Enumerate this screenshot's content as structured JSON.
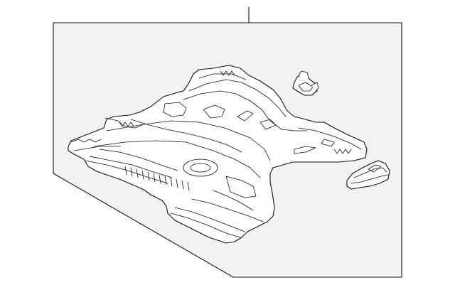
{
  "diagram": {
    "background_color": "#ffffff",
    "panel_color": "#f2f2f2",
    "line_color": "#111111",
    "parts": [
      {
        "name": "floor-pan",
        "icon": "floor-pan-icon"
      },
      {
        "name": "retainer-clip",
        "icon": "clip-icon"
      },
      {
        "name": "rear-bracket",
        "icon": "bracket-icon"
      }
    ]
  }
}
